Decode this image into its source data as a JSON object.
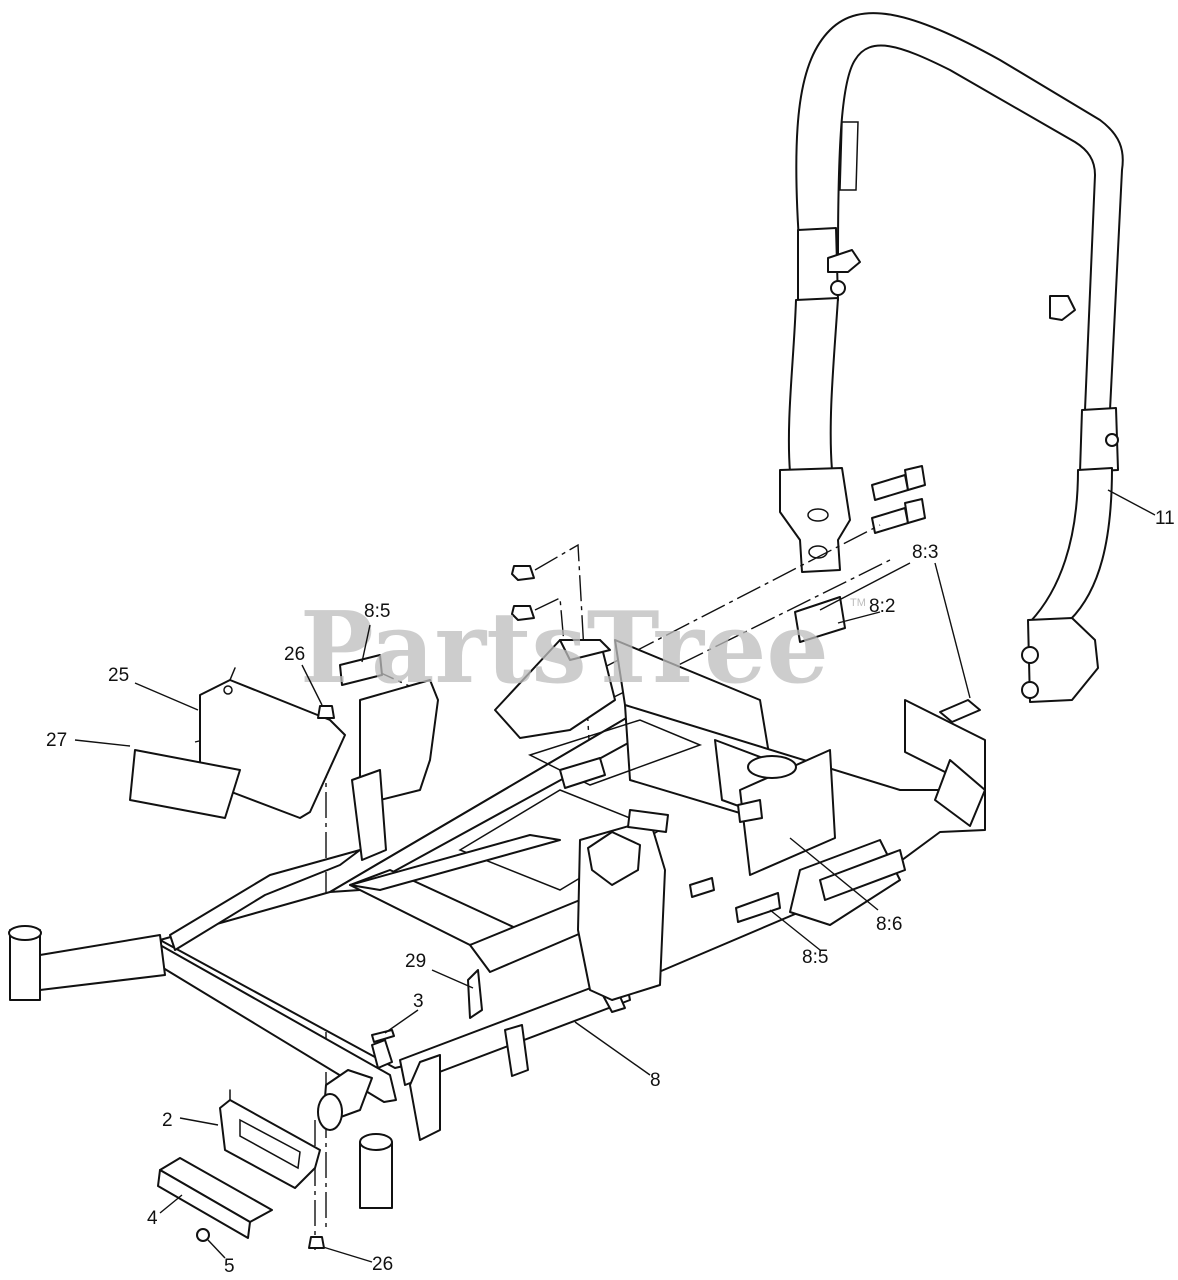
{
  "watermark": {
    "text": "PartsTree",
    "tm": "TM"
  },
  "callouts": {
    "c2": "2",
    "c3": "3",
    "c4": "4",
    "c5": "5",
    "c8": "8",
    "c8_2": "8:2",
    "c8_3": "8:3",
    "c8_5_upper": "8:5",
    "c8_5_lower": "8:5",
    "c8_6": "8:6",
    "c11": "11",
    "c25": "25",
    "c26_upper": "26",
    "c26_lower": "26",
    "c27": "27",
    "c29": "29"
  },
  "colors": {
    "line": "#111111",
    "background": "#ffffff",
    "watermark": "#bdbdbd"
  }
}
